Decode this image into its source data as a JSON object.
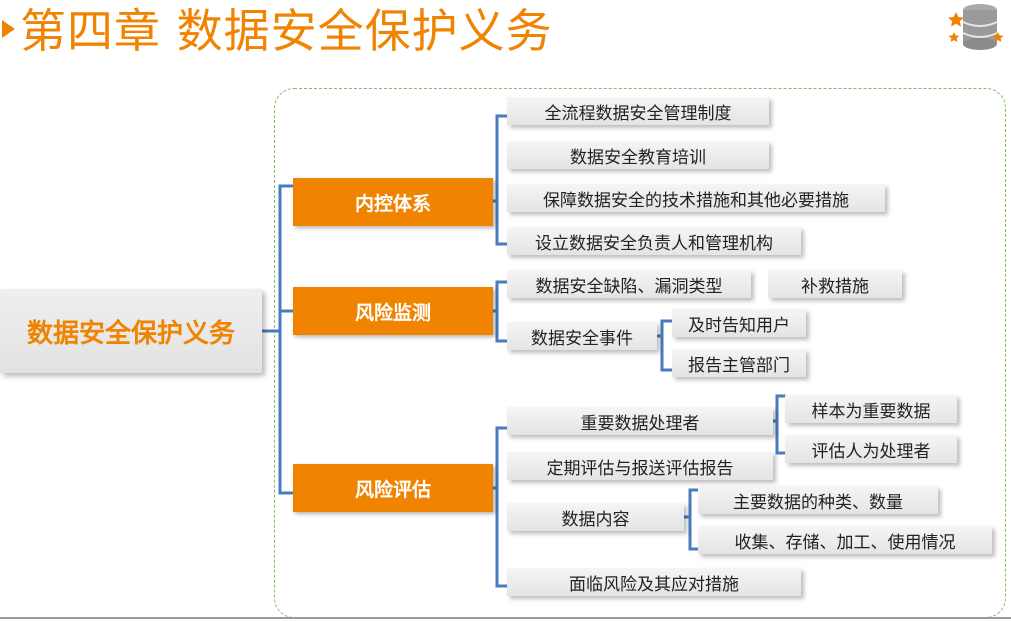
{
  "header": {
    "title": "第四章 数据安全保护义务"
  },
  "root": {
    "label": "数据安全保护义务"
  },
  "categories": [
    {
      "label": "内控体系",
      "items": [
        {
          "label": "全流程数据安全管理制度"
        },
        {
          "label": "数据安全教育培训"
        },
        {
          "label": "保障数据安全的技术措施和其他必要措施"
        },
        {
          "label": "设立数据安全负责人和管理机构"
        }
      ]
    },
    {
      "label": "风险监测",
      "items": [
        {
          "label": "数据安全缺陷、漏洞类型",
          "children": [
            {
              "label": "补救措施"
            }
          ]
        },
        {
          "label": "数据安全事件",
          "children": [
            {
              "label": "及时告知用户"
            },
            {
              "label": "报告主管部门"
            }
          ]
        }
      ]
    },
    {
      "label": "风险评估",
      "items": [
        {
          "label": "重要数据处理者",
          "children": [
            {
              "label": "样本为重要数据"
            },
            {
              "label": "评估人为处理者"
            }
          ]
        },
        {
          "label": "定期评估与报送评估报告"
        },
        {
          "label": "数据内容",
          "children": [
            {
              "label": "主要数据的种类、数量"
            },
            {
              "label": "收集、存储、加工、使用情况"
            }
          ]
        },
        {
          "label": "面临风险及其应对措施"
        }
      ]
    }
  ],
  "colors": {
    "accent": "#f08300",
    "bracket": "#4a7bbf",
    "frame": "#7cbf6a"
  },
  "icons": {
    "logo": "database-stars-icon"
  }
}
